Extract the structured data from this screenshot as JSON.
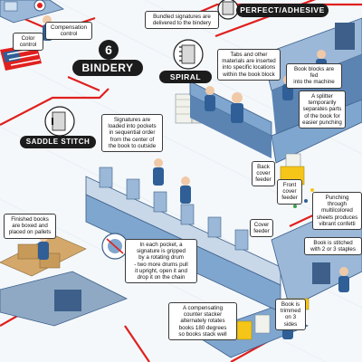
{
  "section": {
    "number": "6",
    "title": "BINDERY"
  },
  "methods": {
    "saddle_stitch": "SADDLE STITCH",
    "spiral": "SPIRAL",
    "perfect_adhesive": "PERFECT/ADHESIVE"
  },
  "notes": {
    "compensation_control": "Compensation\ncontrol",
    "color_control": "Color\ncontrol",
    "bundled_signatures": "Bundled signatures are\ndelivered to the bindery",
    "tabs_inserted": "Tabs and other\nmaterials are inserted\ninto specific locations\nwithin the book block",
    "book_blocks_fed": "Book blocks are fed\ninto the machine",
    "splitter": "A splitter\ntemporarily\nseparates parts\nof the book for\neasier punching",
    "back_cover_feeder": "Back\ncover\nfeeder",
    "front_cover_feeder": "Front\ncover\nfeeder",
    "punching": "Punching through\nmultilcolored\nsheets produces\nvibrant confetti",
    "signatures_loaded": "Signatures are\nloaded into pockets\nin sequential order\nfrom the center of\nthe book to outside",
    "finished_books": "Finished books\nare boxed and\nplaced on pallets",
    "cover_feeder": "Cover\nfeeder",
    "book_stitched": "Book is stitched\nwith 2 or 3 staples",
    "pocket_gripped": "In each pocket, a\nsignature is gripped\nby a rotating drum\n- two more drums pull\nit upright, open it and\ndrop it on the chain",
    "book_trimmed": "Book is\ntrimmed\non 3 sides",
    "counter_stacker": "A compensating\ncounter stacker\nalternately rotates\nbooks 180 degrees\nso books stack well"
  },
  "colors": {
    "red_path": "#e0201e",
    "machine_blue": "#7fa6cf",
    "machine_dark": "#3d5f8a",
    "worker": "#2f5f96",
    "paper": "#f2f2ec",
    "accent_yellow": "#f5c518",
    "label_black": "#1c1c1c"
  }
}
